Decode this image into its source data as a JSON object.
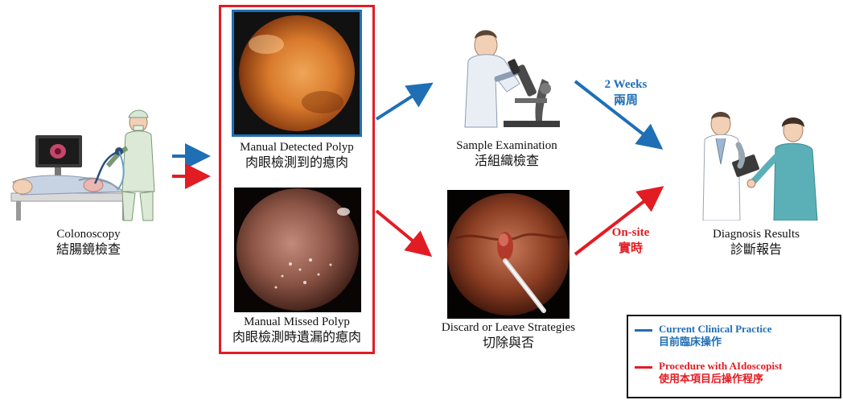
{
  "steps": {
    "colonoscopy": {
      "en": "Colonoscopy",
      "zh": "結腸鏡檢查"
    },
    "detected": {
      "en": "Manual  Detected  Polyp",
      "zh": "肉眼檢測到的瘜肉"
    },
    "missed": {
      "en": "Manual  Missed  Polyp",
      "zh": "肉眼檢測時遺漏的瘜肉"
    },
    "sample": {
      "en": "Sample  Examination",
      "zh": "活組織檢查"
    },
    "discard": {
      "en": "Discard  or  Leave  Strategies",
      "zh": "切除與否"
    },
    "diagnosis": {
      "en": "Diagnosis  Results",
      "zh": "診斷報告"
    }
  },
  "timing": {
    "current": {
      "en": "2 Weeks",
      "zh": "兩周"
    },
    "ai": {
      "en": "On-site",
      "zh": "實時"
    }
  },
  "legend": {
    "current": {
      "en": "Current  Clinical  Practice",
      "zh": "目前臨床操作"
    },
    "ai": {
      "en": "Procedure  with  AIdoscopist",
      "zh": "使用本項目后操作程序"
    }
  },
  "colors": {
    "current": "#1f6fb5",
    "ai": "#e21c23"
  }
}
